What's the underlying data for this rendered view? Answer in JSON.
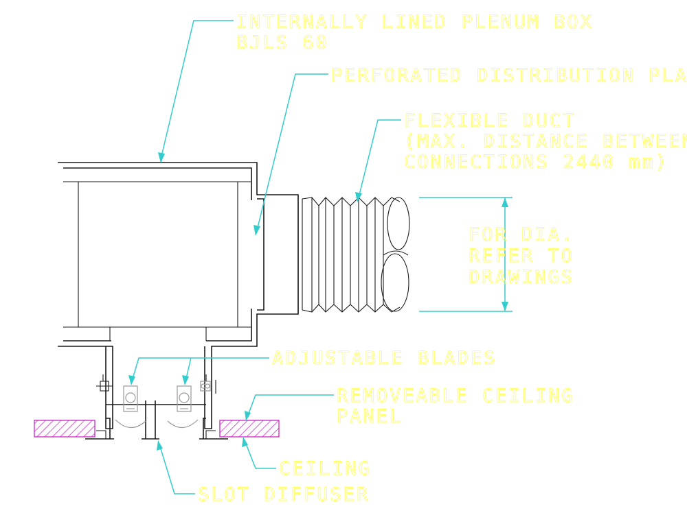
{
  "labels": {
    "plenum_line1": "INTERNALLY LINED PLENUM BOX",
    "plenum_line2": "BJLS 60",
    "perforated_plate": "PERFORATED DISTRIBUTION PLATE",
    "flex_line1": "FLEXIBLE DUCT",
    "flex_line2": "(MAX. DISTANCE BETWEEN",
    "flex_line3": "CONNECTIONS 2440 mm)",
    "dia_line1": "FOR DIA.",
    "dia_line2": "REFER TO",
    "dia_line3": "DRAWINGS",
    "blades": "ADJUSTABLE BLADES",
    "panel_line1": "REMOVEABLE CEILING",
    "panel_line2": "PANEL",
    "ceiling": "CEILING",
    "slot_diffuser": "SLOT DIFFUSER"
  },
  "colors": {
    "text": "#ffff66",
    "leader": "#33cccc",
    "outline": "#1a1a1a",
    "hatch": "#cc33cc",
    "background": "#ffffff"
  }
}
